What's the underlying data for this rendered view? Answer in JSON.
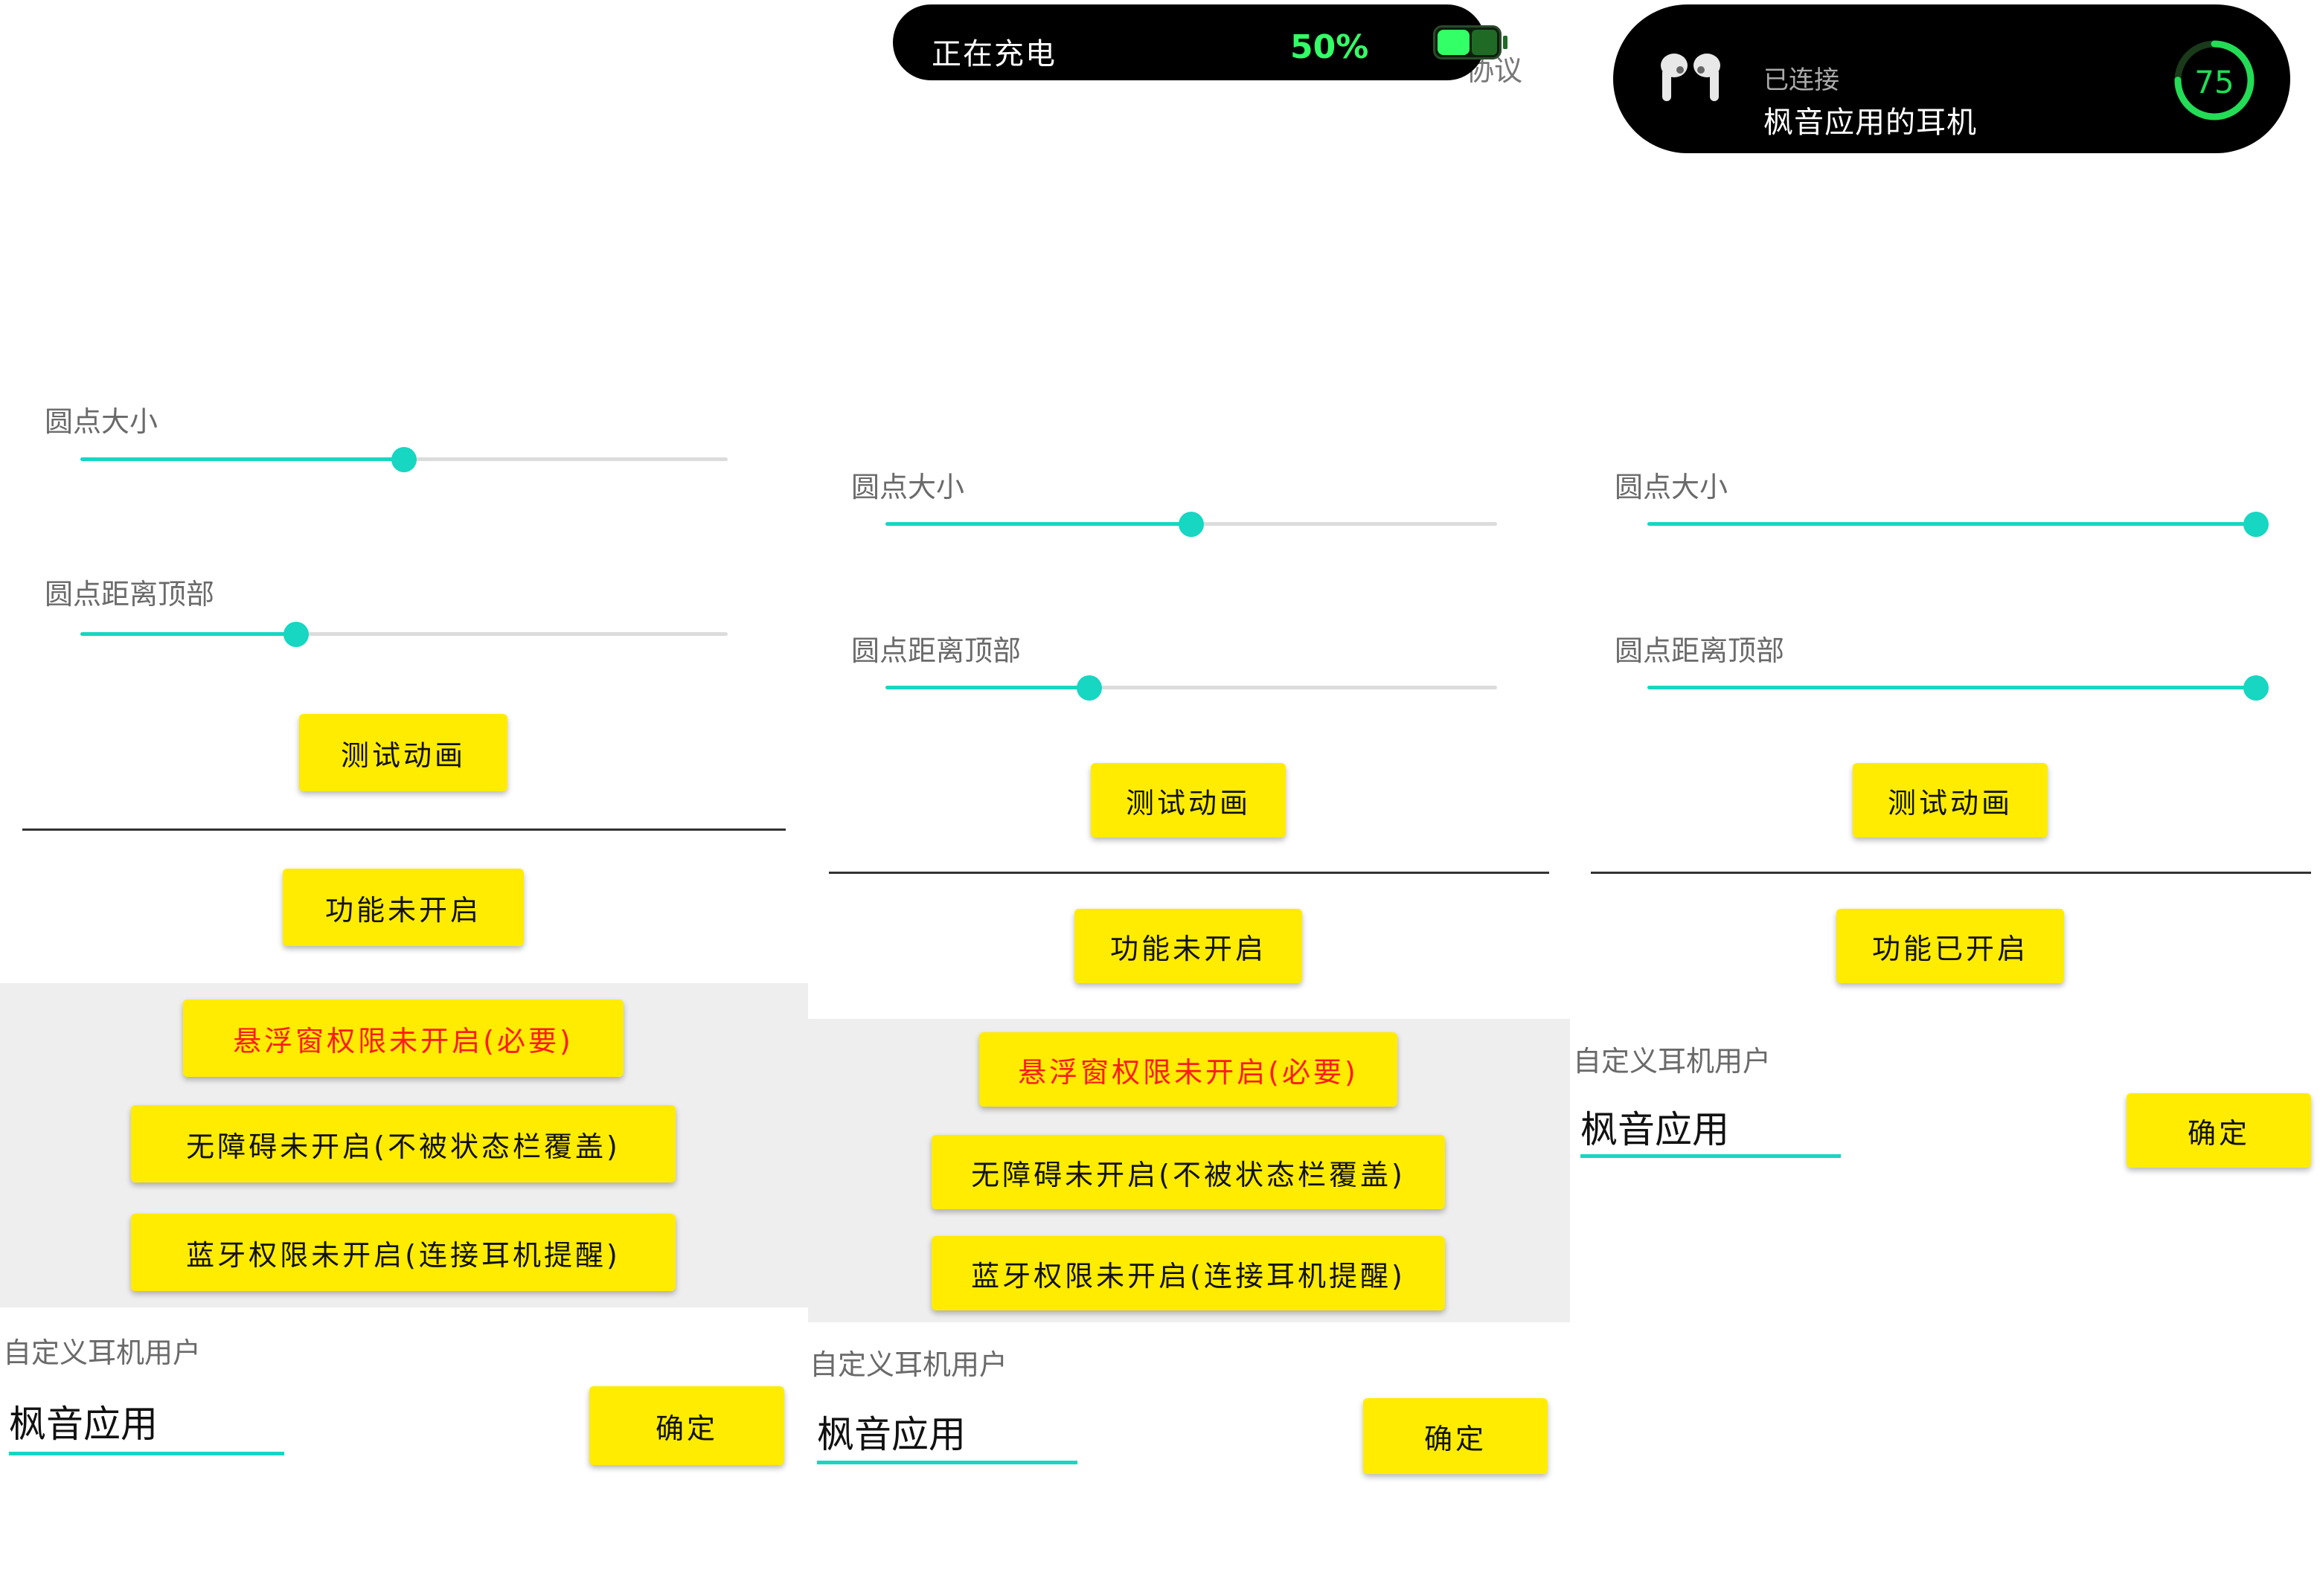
{
  "theme": {
    "accent": "#17d6c2",
    "button_bg": "#ffec00",
    "warning_text": "#ff1a1a",
    "battery_green": "#33ff66",
    "ring_green": "#22dd55"
  },
  "panel1": {
    "slider_size": {
      "label": "圆点大小",
      "value": 0.5
    },
    "slider_top": {
      "label": "圆点距离顶部",
      "value": 0.333
    },
    "test_button": "测试动画",
    "feature_button": "功能未开启",
    "perm_overlay": "悬浮窗权限未开启(必要)",
    "perm_accessibility": "无障碍未开启(不被状态栏覆盖)",
    "perm_bluetooth": "蓝牙权限未开启(连接耳机提醒)",
    "custom_label": "自定义耳机用户",
    "input_value": "枫音应用",
    "confirm_button": "确定"
  },
  "panel2": {
    "notification": {
      "text": "正在充电",
      "percent": "50%",
      "battery_level": 0.5
    },
    "behind_text": "协议",
    "slider_size": {
      "label": "圆点大小",
      "value": 0.5
    },
    "slider_top": {
      "label": "圆点距离顶部",
      "value": 0.333
    },
    "test_button": "测试动画",
    "feature_button": "功能未开启",
    "perm_overlay": "悬浮窗权限未开启(必要)",
    "perm_accessibility": "无障碍未开启(不被状态栏覆盖)",
    "perm_bluetooth": "蓝牙权限未开启(连接耳机提醒)",
    "custom_label": "自定义耳机用户",
    "input_value": "枫音应用",
    "confirm_button": "确定"
  },
  "panel3": {
    "notification": {
      "status": "已连接",
      "device": "枫音应用的耳机",
      "ring_value": "75",
      "ring_level": 0.75,
      "icon": "earbuds-icon"
    },
    "slider_size": {
      "label": "圆点大小",
      "value": 1.0
    },
    "slider_top": {
      "label": "圆点距离顶部",
      "value": 1.0
    },
    "test_button": "测试动画",
    "feature_button": "功能已开启",
    "custom_label": "自定义耳机用户",
    "input_value": "枫音应用",
    "confirm_button": "确定"
  }
}
